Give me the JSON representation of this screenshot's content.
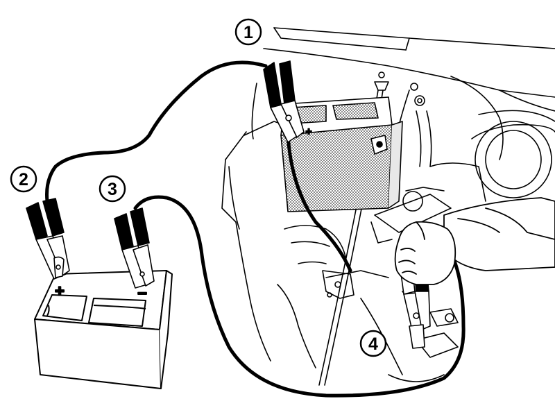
{
  "diagram": {
    "callouts": [
      {
        "id": "1",
        "label": "1"
      },
      {
        "id": "2",
        "label": "2"
      },
      {
        "id": "3",
        "label": "3"
      },
      {
        "id": "4",
        "label": "4"
      }
    ],
    "booster_battery": {
      "positive_mark": "+",
      "negative_mark": "–"
    },
    "vehicle_battery": {
      "positive_mark": "+"
    },
    "colors": {
      "line": "#000000",
      "background": "#ffffff",
      "shading": "#000000"
    }
  }
}
